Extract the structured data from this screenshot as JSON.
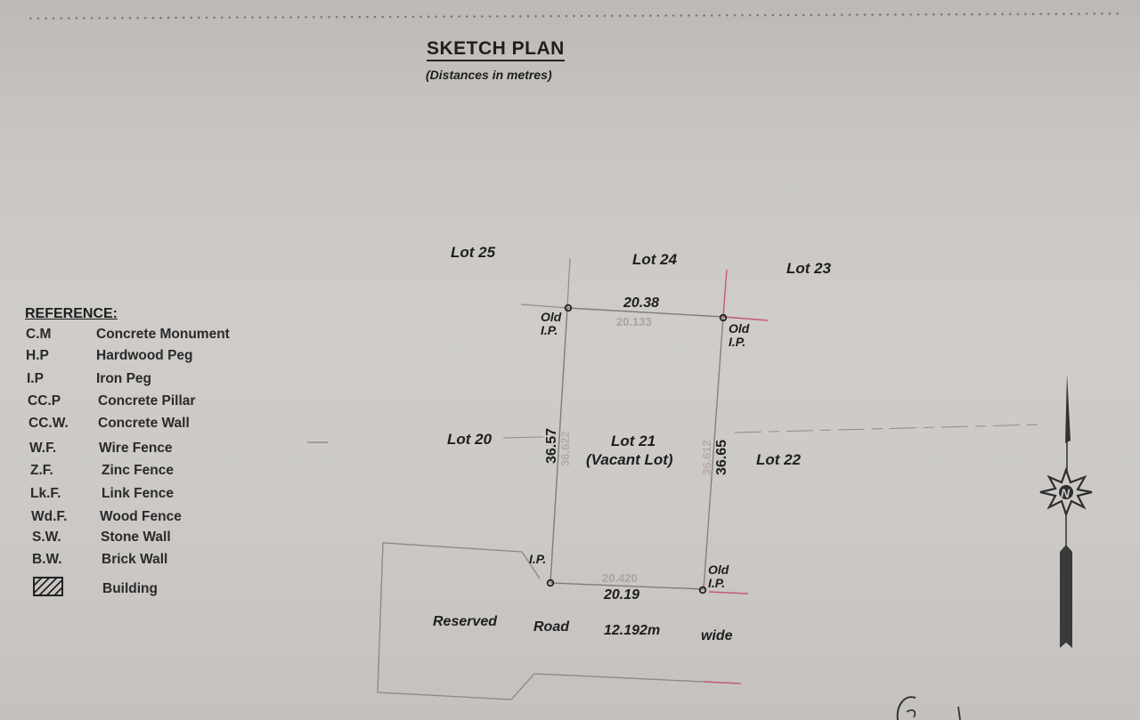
{
  "document": {
    "title": "SKETCH PLAN",
    "subtitle": "(Distances in metres)"
  },
  "reference": {
    "heading": "REFERENCE:",
    "items": [
      {
        "abbr": "C.M",
        "desc": "Concrete Monument"
      },
      {
        "abbr": "H.P",
        "desc": "Hardwood Peg"
      },
      {
        "abbr": "I.P",
        "desc": "Iron Peg"
      },
      {
        "abbr": "CC.P",
        "desc": "Concrete Pillar"
      },
      {
        "abbr": "CC.W.",
        "desc": "Concrete Wall"
      },
      {
        "abbr": "W.F.",
        "desc": "Wire Fence"
      },
      {
        "abbr": "Z.F.",
        "desc": "Zinc Fence"
      },
      {
        "abbr": "Lk.F.",
        "desc": "Link Fence"
      },
      {
        "abbr": "Wd.F.",
        "desc": "Wood Fence"
      },
      {
        "abbr": "S.W.",
        "desc": "Stone Wall"
      },
      {
        "abbr": "B.W.",
        "desc": "Brick Wall"
      },
      {
        "abbr": "hatch-symbol",
        "desc": "Building"
      }
    ]
  },
  "plan": {
    "lots": {
      "lot25": "Lot 25",
      "lot24": "Lot 24",
      "lot23": "Lot 23",
      "lot20": "Lot 20",
      "lot21": "Lot 21",
      "lot21_note": "(Vacant Lot)",
      "lot22": "Lot 22"
    },
    "markers": {
      "nw": [
        "Old",
        "I.P."
      ],
      "ne": [
        "Old",
        "I.P."
      ],
      "sw": [
        "I.P."
      ],
      "se": [
        "Old",
        "I.P."
      ]
    },
    "dimensions": {
      "north": "20.38",
      "north_faint": "20.133",
      "south": "20.19",
      "south_faint": "20.420",
      "west": "36.57",
      "west_faint": "36.622",
      "east": "36.65",
      "east_faint": "36.612"
    },
    "road": {
      "words": [
        "Reserved",
        "Road",
        "12.192m",
        "wide"
      ]
    },
    "north_arrow": {
      "letter": "N"
    }
  },
  "colors": {
    "paper": "#cbc8c5",
    "ink": "#1e1e1e",
    "red_line": "#c25b6e",
    "faint_line": "#8f8c8a"
  }
}
